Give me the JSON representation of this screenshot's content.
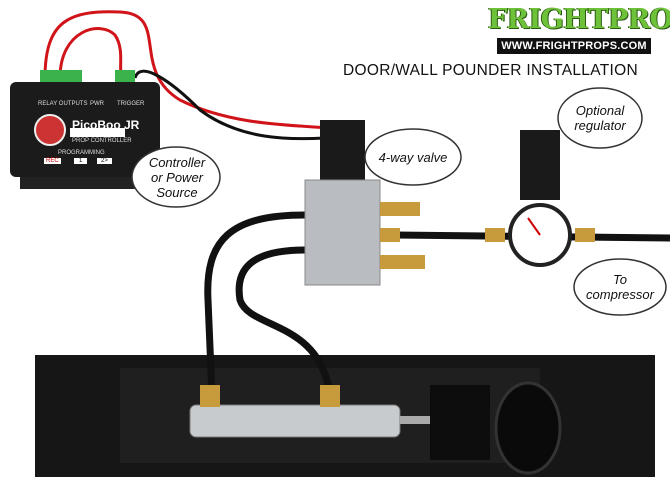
{
  "title": "DOOR/WALL POUNDER INSTALLATION",
  "logo": {
    "word": "FRIGHTPROPS",
    "url": "WWW.FRIGHTPROPS.COM"
  },
  "callouts": {
    "controller": [
      "Controller",
      "or Power",
      "Source"
    ],
    "valve": "4-way valve",
    "regulator": [
      "Optional",
      "regulator"
    ],
    "compressor": [
      "To",
      "compressor"
    ]
  },
  "controller": {
    "brand": "PicoBoo JR",
    "subtitle": "PROP CONTROLLER",
    "relay_outputs": "RELAY OUTPUTS",
    "pwr": "PWR",
    "trigger": "TRIGGER",
    "programming": "PROGRAMMING",
    "buttons": [
      "REC",
      "1",
      "2>"
    ]
  },
  "colors": {
    "wire_red": "#d0141a",
    "logo_green": "#6ec23a",
    "brass": "#c79a3c"
  }
}
